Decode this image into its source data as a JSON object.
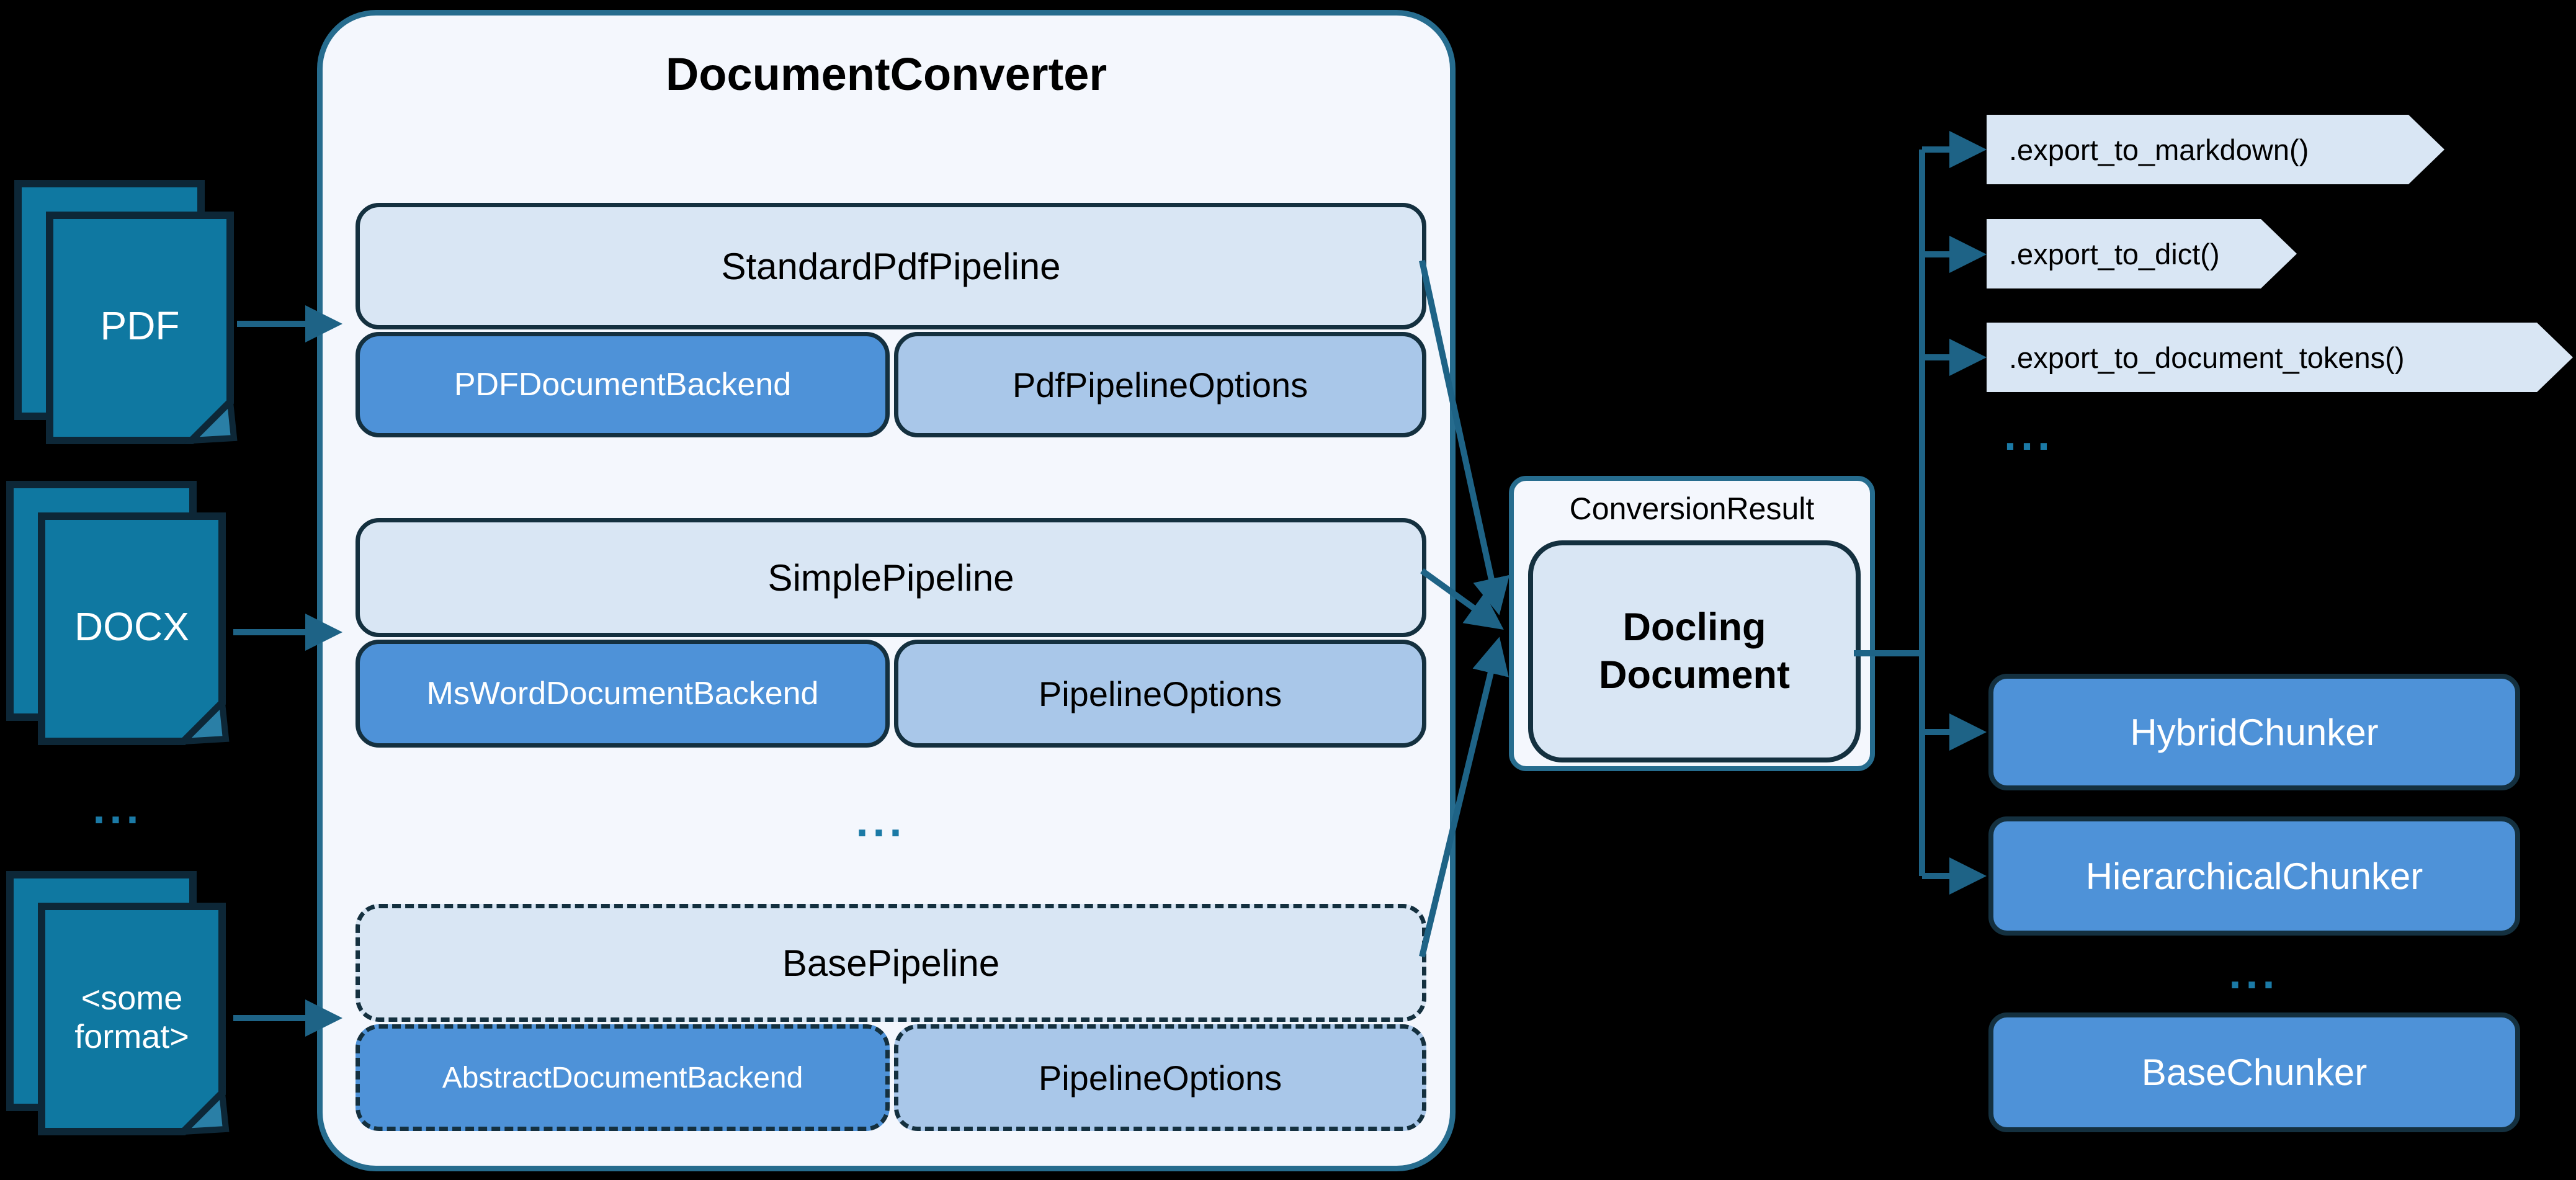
{
  "colors": {
    "background": "#000000",
    "arrow_teal": "#1e6386",
    "doc_icon_fill": "#0f78a1",
    "doc_icon_border": "#0d2737",
    "dark_border": "#14303f",
    "panel_fill": "#f4f7fd",
    "panel_border": "#266c8e",
    "light_blue_fill": "#d9e6f4",
    "medium_blue_fill": "#4e92d8",
    "soft_blue_fill": "#a9c7e9",
    "ellipsis_teal": "#1b7aa6"
  },
  "sources": [
    {
      "label": "PDF"
    },
    {
      "label": "DOCX"
    },
    {
      "label_line1": "<some",
      "label_line2": "format>"
    }
  ],
  "sources_ellipsis": "...",
  "converter": {
    "title": "DocumentConverter",
    "ellipsis": "...",
    "pipelines": [
      {
        "header": "StandardPdfPipeline",
        "backend": "PDFDocumentBackend",
        "options": "PdfPipelineOptions"
      },
      {
        "header": "SimplePipeline",
        "backend": "MsWordDocumentBackend",
        "options": "PipelineOptions"
      },
      {
        "header": "BasePipeline",
        "backend": "AbstractDocumentBackend",
        "options": "PipelineOptions"
      }
    ]
  },
  "conversion_result": {
    "label": "ConversionResult",
    "document_line1": "Docling",
    "document_line2": "Document"
  },
  "exports": [
    {
      "label": ".export_to_markdown()"
    },
    {
      "label": ".export_to_dict()"
    },
    {
      "label": ".export_to_document_tokens()"
    }
  ],
  "exports_ellipsis": "...",
  "chunkers": [
    {
      "label": "HybridChunker"
    },
    {
      "label": "HierarchicalChunker"
    },
    {
      "label": "BaseChunker"
    }
  ],
  "chunkers_ellipsis": "..."
}
